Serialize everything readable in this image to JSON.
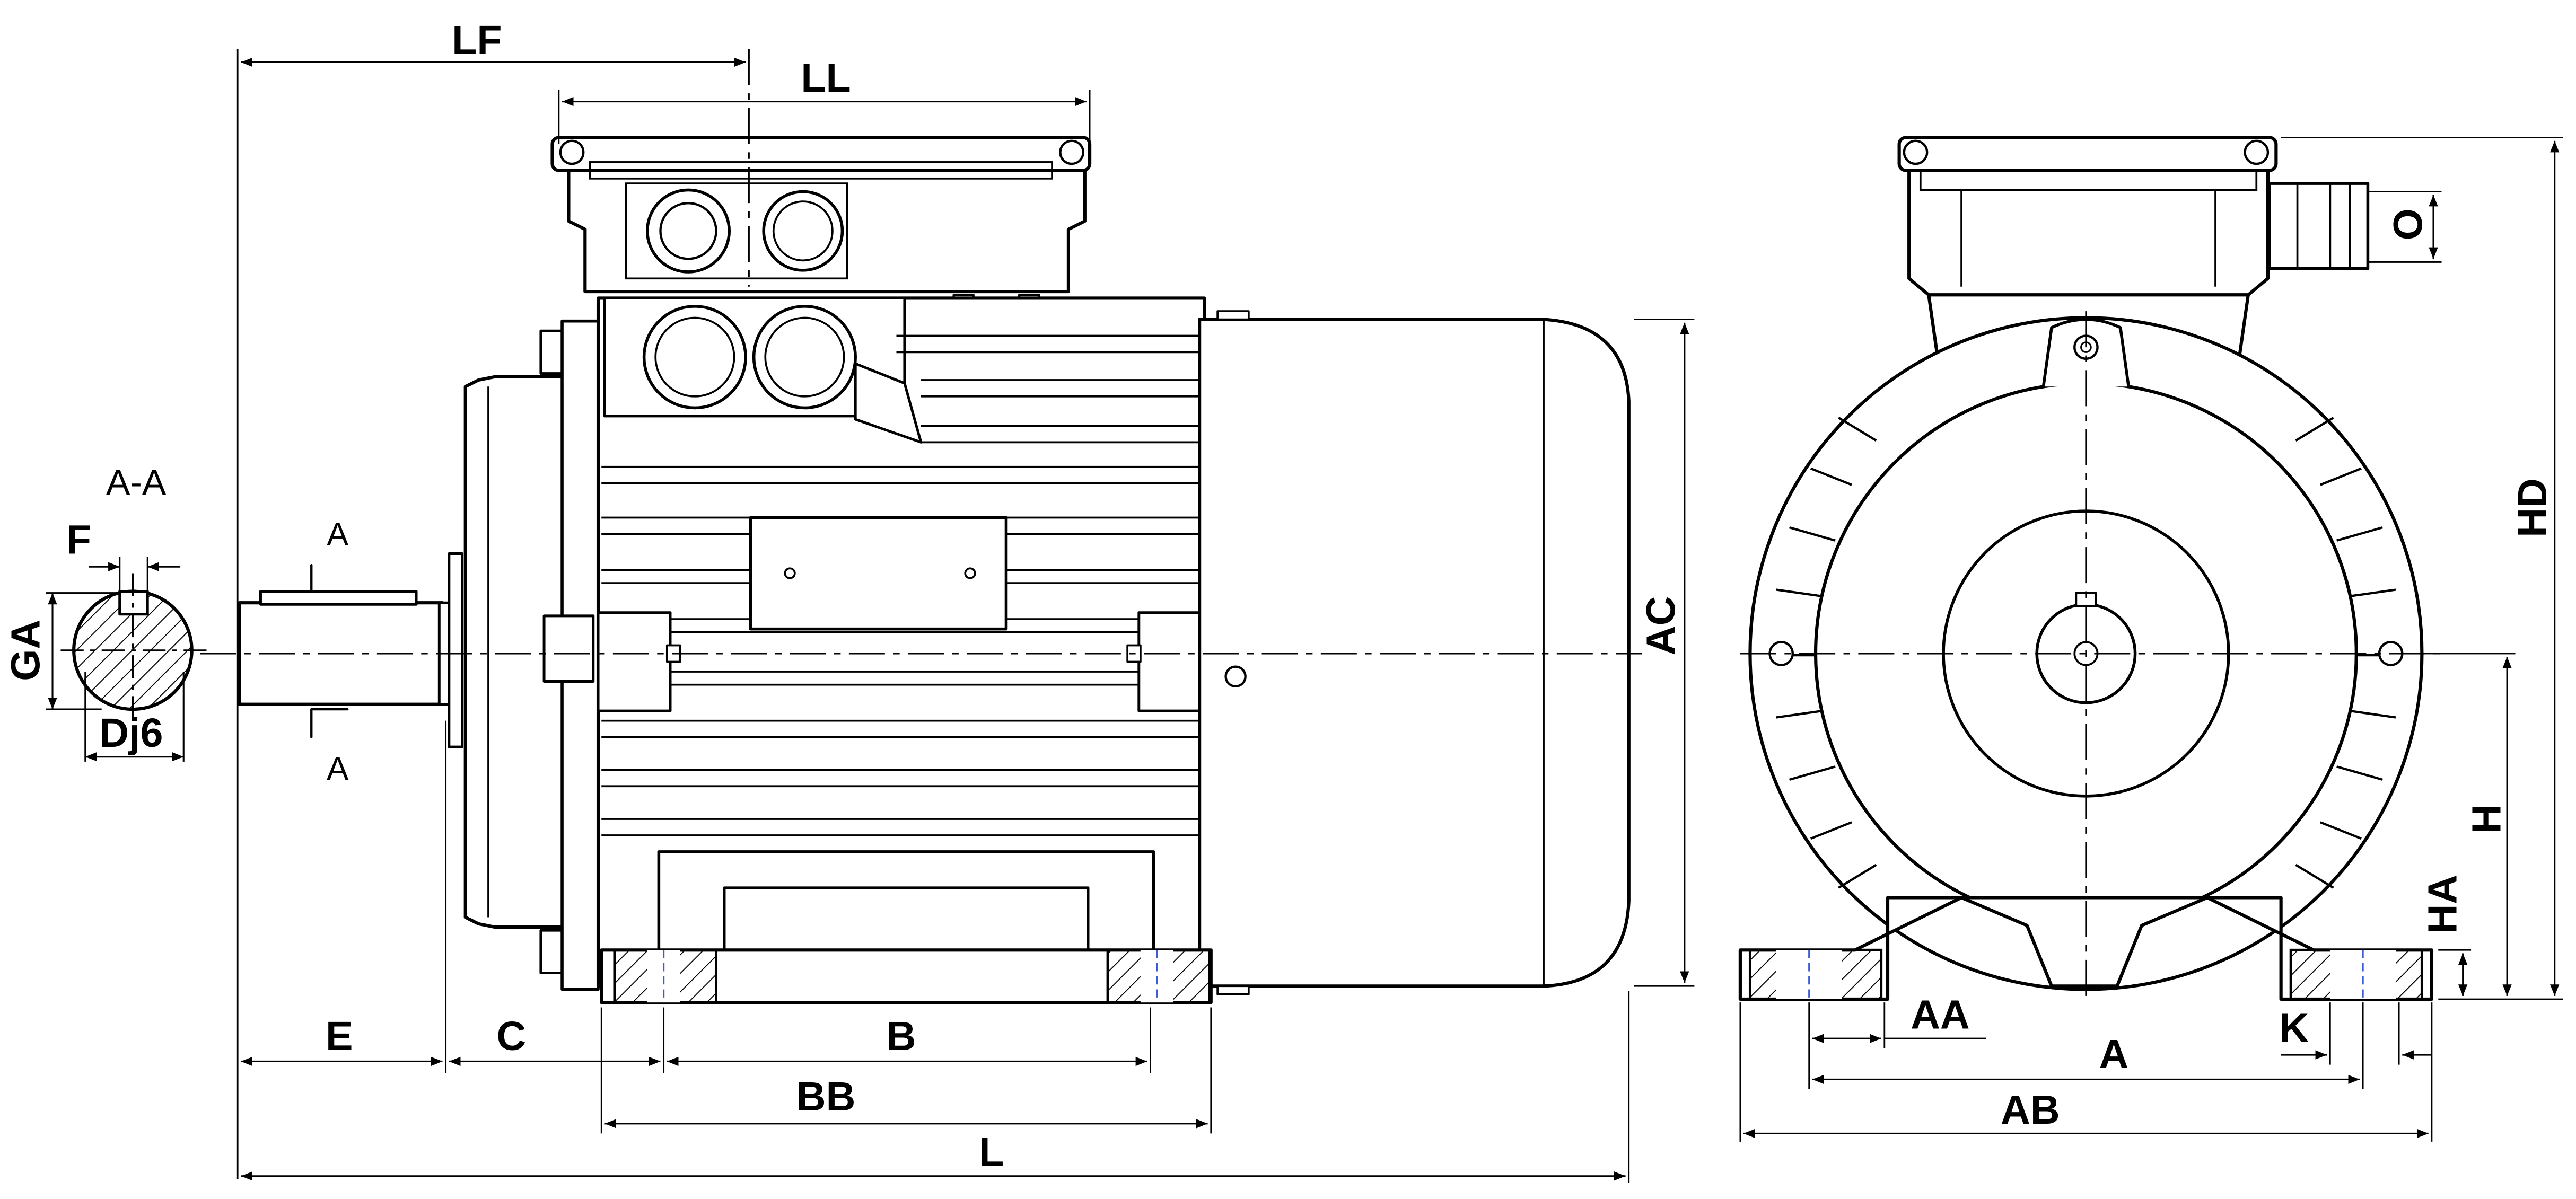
{
  "section": {
    "caption": "A-A",
    "marker_top": "A",
    "marker_bottom": "A"
  },
  "labels": {
    "lf": "LF",
    "ll": "LL",
    "ac": "AC",
    "e": "E",
    "c": "C",
    "b": "B",
    "bb": "BB",
    "l": "L",
    "hd": "HD",
    "o": "O",
    "h": "H",
    "ha": "HA",
    "aa": "AA",
    "a": "A",
    "k": "K",
    "ab": "AB",
    "f": "F",
    "ga": "GA",
    "dj6": "Dj6"
  },
  "colors": {
    "line": "#000000",
    "hidden_hole": "#3b5bd9",
    "background": "#ffffff"
  }
}
